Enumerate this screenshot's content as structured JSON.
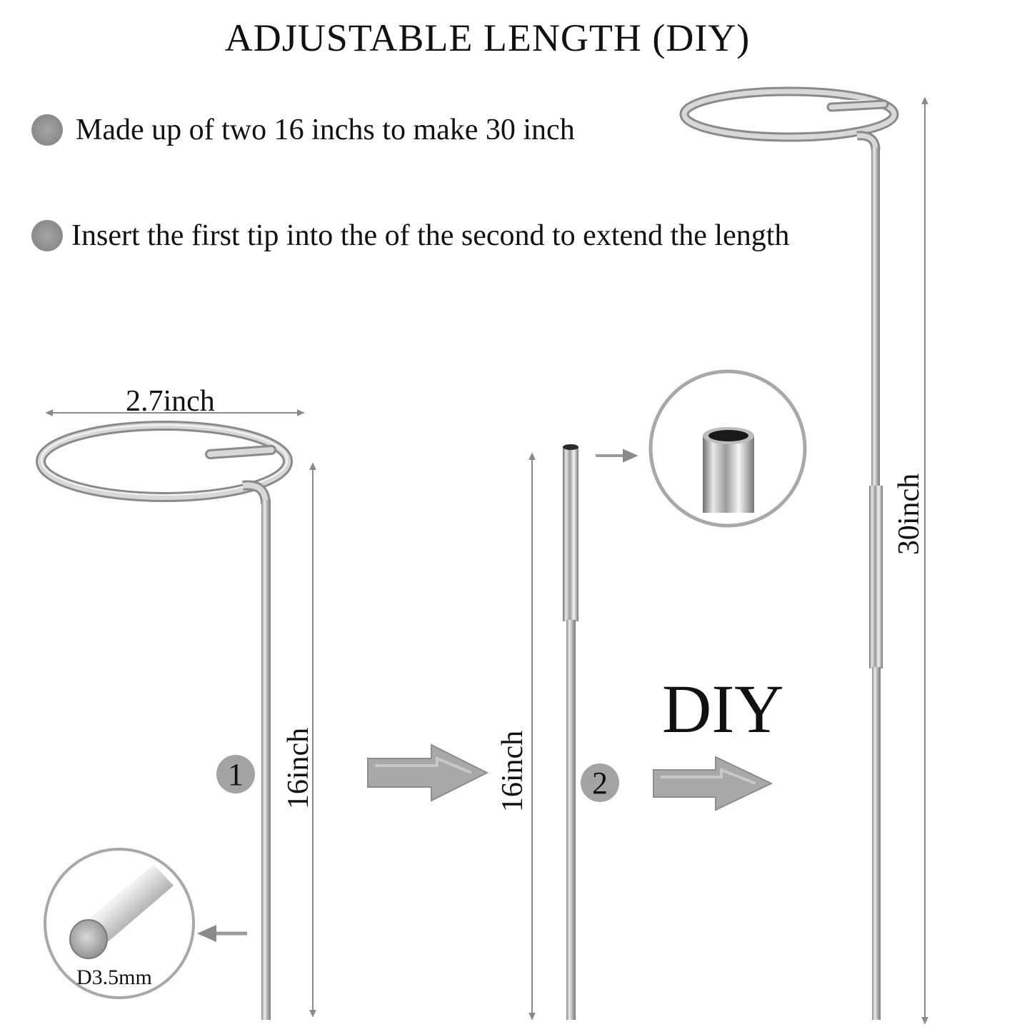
{
  "title": "ADJUSTABLE LENGTH (DIY)",
  "bullets": [
    "Made up of two 16 inchs to make 30 inch",
    "Insert the first tip into the of the second to extend the length"
  ],
  "labels": {
    "ring_width": "2.7inch",
    "stake1_length": "16inch",
    "stake2_length": "16inch",
    "combined_length": "30inch",
    "diameter": "D3.5mm",
    "diy": "DIY"
  },
  "steps": [
    "1",
    "2"
  ],
  "icons": {
    "step_arrow": "right-arrow-icon",
    "pointer": "small-arrow-icon"
  },
  "colors": {
    "metal": "#bdbdbd",
    "arrow_gray": "#9a9a9a",
    "dimension_line": "#8a8a8a"
  }
}
